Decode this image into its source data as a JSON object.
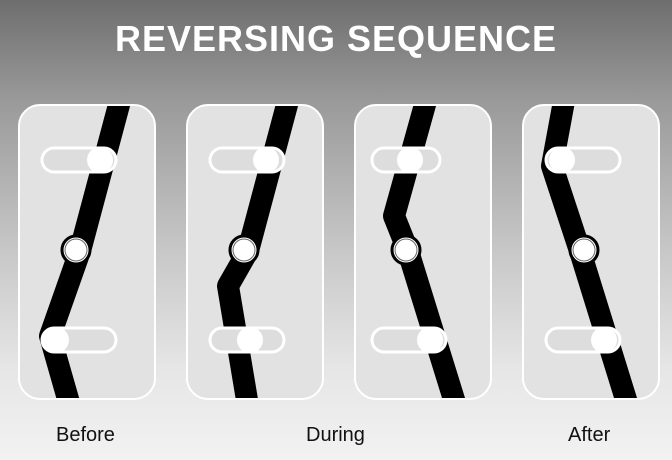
{
  "title": "REVERSING SEQUENCE",
  "captions": {
    "before": "Before",
    "during": "During",
    "after": "After"
  },
  "colors": {
    "track": "#000000",
    "panel": "#e2e2e2",
    "slot_fill": "#dddddd",
    "slot_outline": "#ffffff",
    "pin": "#ffffff"
  }
}
